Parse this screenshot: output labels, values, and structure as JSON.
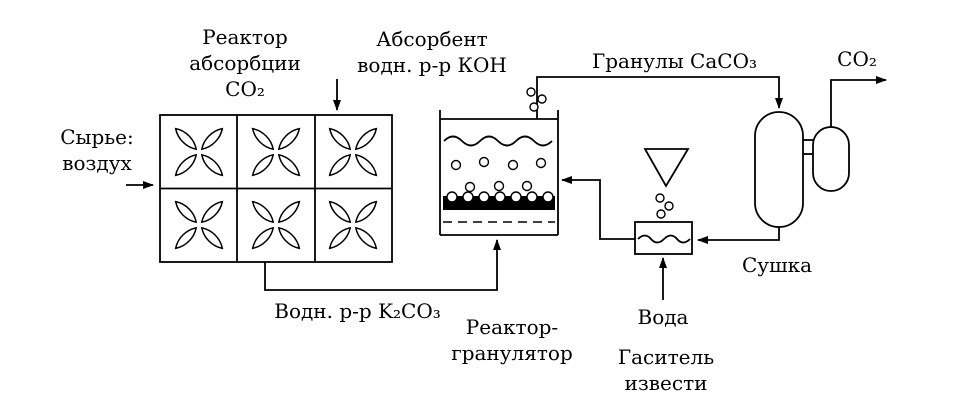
{
  "diagram": {
    "title": "CO2 absorption and CaCO3 granulation process flow diagram",
    "labels": {
      "absorber_reactor": "Реактор\nабсорбции\nCO₂",
      "absorbent": "Абсорбент\nводн. р-р КОН",
      "granules": "Гранулы CaCO₃",
      "co2_out": "CO₂",
      "feed": "Сырье:\nвоздух",
      "k2co3": "Водн. р-р K₂CO₃",
      "granulator": "Реактор-\nгранулятор",
      "dryer": "Сушка",
      "water": "Вода",
      "lime_slaker": "Гаситель\nизвести"
    },
    "colors": {
      "line": "#000000",
      "background": "#ffffff",
      "solid_band": "#000000"
    }
  }
}
